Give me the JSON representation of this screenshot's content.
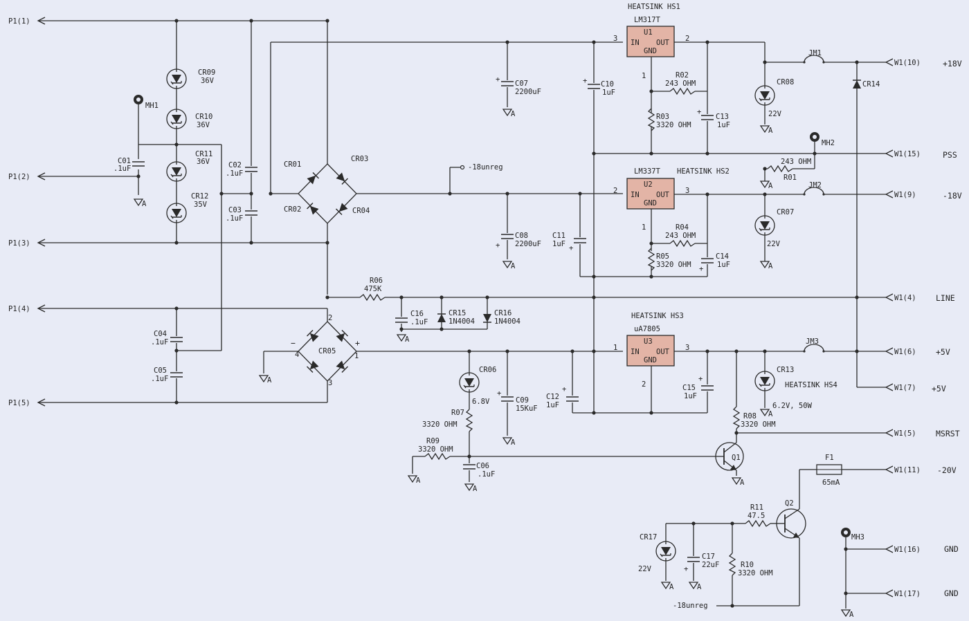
{
  "colors": {
    "background": "#e8ebf6",
    "ink": "#2a2a2a",
    "regulator_fill": "#e3b4a6"
  },
  "labels": {
    "p1_1": "P1(1)",
    "p1_2": "P1(2)",
    "p1_3": "P1(3)",
    "p1_4": "P1(4)",
    "p1_5": "P1(5)",
    "w1_10": "W1(10)",
    "w1_15": "W1(15)",
    "w1_9": "W1(9)",
    "w1_4": "W1(4)",
    "w1_6": "W1(6)",
    "w1_7": "W1(7)",
    "w1_5": "W1(5)",
    "w1_11": "W1(11)",
    "w1_16": "W1(16)",
    "w1_17": "W1(17)",
    "out_p18": "+18V",
    "out_pss": "PSS",
    "out_m18": "-18V",
    "out_line": "LINE",
    "out_p5a": "+5V",
    "out_p5b": "+5V",
    "out_msrst": "MSRST",
    "out_m20": "-20V",
    "out_gnd1": "GND",
    "out_gnd2": "GND",
    "hs1": "HEATSINK HS1",
    "hs2": "HEATSINK HS2",
    "hs3": "HEATSINK HS3",
    "hs4": "HEATSINK HS4",
    "u1_part": "LM317T",
    "u2_part": "LM337T",
    "u3_part": "uA7805",
    "u1": "U1",
    "u2": "U2",
    "u3": "U3",
    "in": "IN",
    "out": "OUT",
    "gnd": "GND",
    "pin1": "1",
    "pin2": "2",
    "pin3": "3",
    "pin4": "4",
    "cr09": "CR09",
    "cr09_v": "36V",
    "cr10": "CR10",
    "cr10_v": "36V",
    "cr11": "CR11",
    "cr11_v": "36V",
    "cr12": "CR12",
    "cr12_v": "35V",
    "mh1": "MH1",
    "mh2": "MH2",
    "mh3": "MH3",
    "c01": "C01",
    "c01_v": ".1uF",
    "c02": "C02",
    "c02_v": ".1uF",
    "c03": "C03",
    "c03_v": ".1uF",
    "c04": "C04",
    "c04_v": ".1uF",
    "c05": "C05",
    "c05_v": ".1uF",
    "cr01": "CR01",
    "cr02": "CR02",
    "cr03": "CR03",
    "cr04": "CR04",
    "cr05": "CR05",
    "unreg1": "-18unreg",
    "unreg2": "-18unreg",
    "c07": "C07",
    "c07_v": "2200uF",
    "c08": "C08",
    "c08_v": "2200uF",
    "c10": "C10",
    "c10_v": "1uF",
    "c11": "C11",
    "c11_v": "1uF",
    "c13": "C13",
    "c13_v": "1uF",
    "c14": "C14",
    "c14_v": "1uF",
    "r02": "R02",
    "r02_v": "243 OHM",
    "r03": "R03",
    "r03_v": "3320 OHM",
    "r04": "R04",
    "r04_v": "243 OHM",
    "r05": "R05",
    "r05_v": "3320 OHM",
    "r01": "R01",
    "r01_v": "243 OHM",
    "jm1": "JM1",
    "jm2": "JM2",
    "jm3": "JM3",
    "cr08": "CR08",
    "cr08_v": "22V",
    "cr07": "CR07",
    "cr07_v": "22V",
    "cr14": "CR14",
    "r06": "R06",
    "r06_v": "475K",
    "c16": "C16",
    "c16_v": ".1uF",
    "cr15": "CR15",
    "cr15_v": "1N4004",
    "cr16": "CR16",
    "cr16_v": "1N4004",
    "cr06": "CR06",
    "cr06_v": "6.8V",
    "c09": "C09",
    "c09_v": "15KuF",
    "c12": "C12",
    "c12_v": "1uF",
    "c15": "C15",
    "c15_v": "1uF",
    "cr13": "CR13",
    "cr13_v": "6.2V, 50W",
    "r07": "R07",
    "r07_v": "3320 OHM",
    "r08": "R08",
    "r08_v": "3320 OHM",
    "r09": "R09",
    "r09_v": "3320 OHM",
    "c06": "C06",
    "c06_v": ".1uF",
    "q1": "Q1",
    "q2": "Q2",
    "f1": "F1",
    "f1_v": "65mA",
    "r11": "R11",
    "r11_v": "47.5",
    "r10": "R10",
    "r10_v": "3320 OHM",
    "cr17": "CR17",
    "cr17_v": "22V",
    "c17": "C17",
    "c17_v": "22uF",
    "gnd_a": "A"
  }
}
